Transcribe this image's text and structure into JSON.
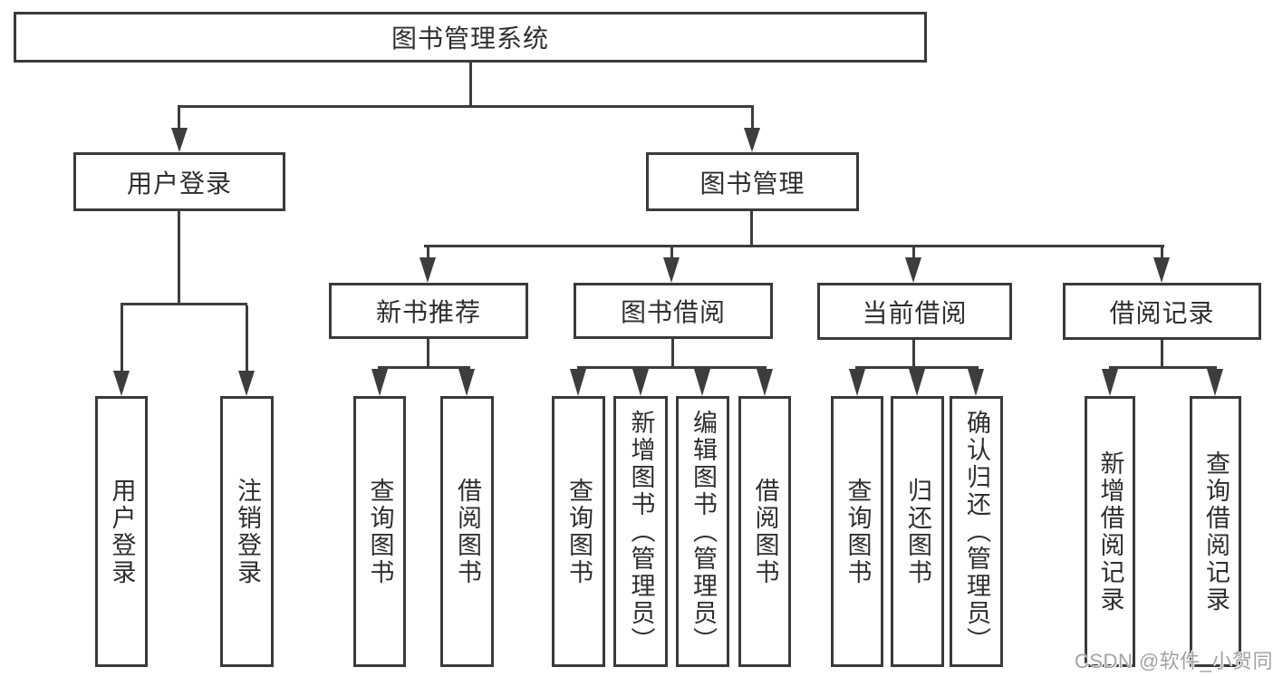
{
  "diagram": {
    "root": "图书管理系统",
    "level2": {
      "user_login": "用户登录",
      "book_mgmt": "图书管理"
    },
    "level3": {
      "new_book_rec": "新书推荐",
      "book_borrow": "图书借阅",
      "current_borrow": "当前借阅",
      "borrow_record": "借阅记录"
    },
    "leaves": {
      "user_login": "用户登录",
      "logout": "注销登录",
      "nbr_query": "查询图书",
      "nbr_borrow": "借阅图书",
      "bb_query": "查询图书",
      "bb_add": "新增图书（管理员）",
      "bb_edit": "编辑图书（管理员）",
      "bb_borrow": "借阅图书",
      "cb_query": "查询图书",
      "cb_return": "归还图书",
      "cb_confirm": "确认归还（管理员）",
      "br_add": "新增借阅记录",
      "br_query": "查询借阅记录"
    }
  },
  "watermark": {
    "text": "CSDN @软件_小贺同学",
    "color": "#a3a3a3"
  },
  "colors": {
    "line": "#3d3d3d",
    "box_border": "#3a3a3a",
    "text": "#2e2e31",
    "background": "#ffffff"
  }
}
